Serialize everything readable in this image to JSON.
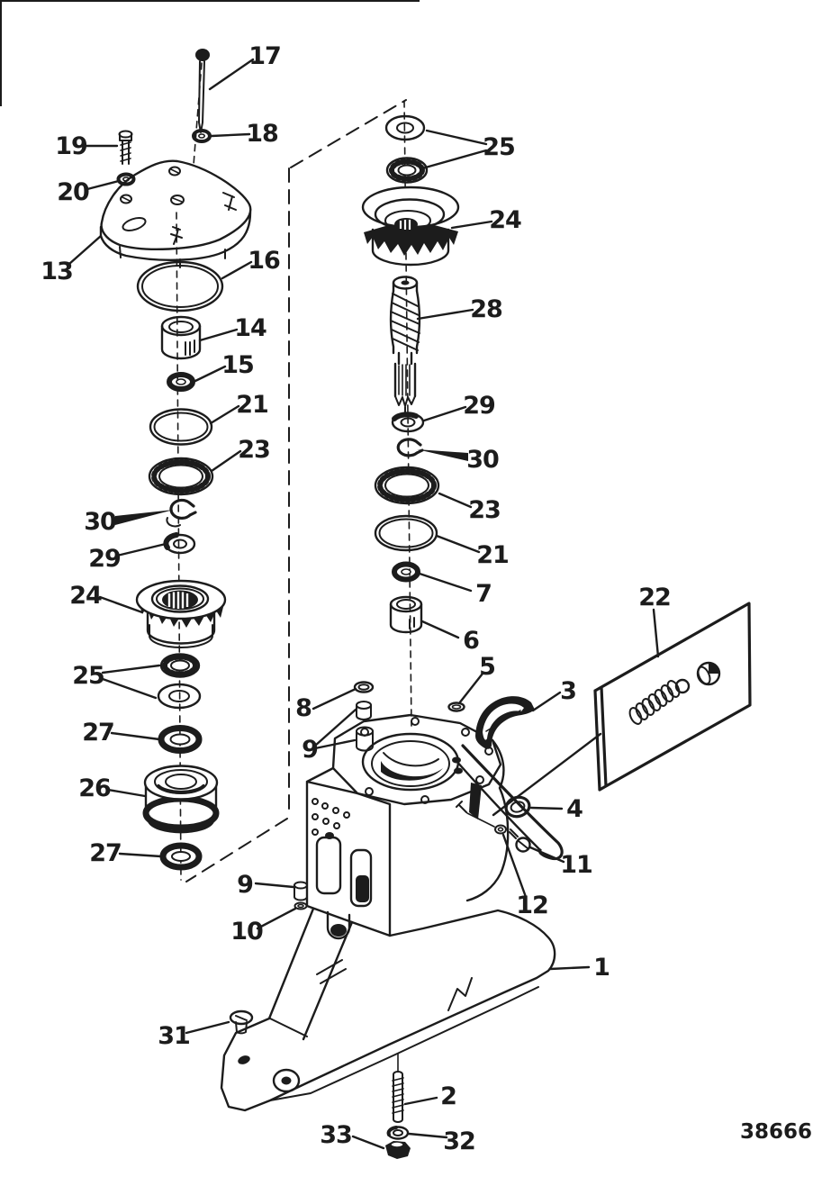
{
  "drawing_number": "38666",
  "colors": {
    "ink": "#1c1c1c",
    "paper": "#ffffff"
  },
  "callouts": {
    "n17": "17",
    "n18": "18",
    "n19": "19",
    "n20": "20",
    "n13": "13",
    "n16": "16",
    "n14": "14",
    "n15": "15",
    "n21_left": "21",
    "n23_left": "23",
    "n30_left": "30",
    "n29_left": "29",
    "n24_left": "24",
    "n25_left": "25",
    "n27_upper": "27",
    "n26": "26",
    "n27_lower": "27",
    "n25_right": "25",
    "n24_right": "24",
    "n28": "28",
    "n29_right": "29",
    "n30_right": "30",
    "n23_right": "23",
    "n21_right": "21",
    "n7": "7",
    "n6": "6",
    "n8": "8",
    "n9_top": "9",
    "n5": "5",
    "n3": "3",
    "n22": "22",
    "n4": "4",
    "n11": "11",
    "n12": "12",
    "n9_bottom": "9",
    "n10": "10",
    "n31": "31",
    "n1": "1",
    "n2": "2",
    "n32": "32",
    "n33": "33"
  }
}
